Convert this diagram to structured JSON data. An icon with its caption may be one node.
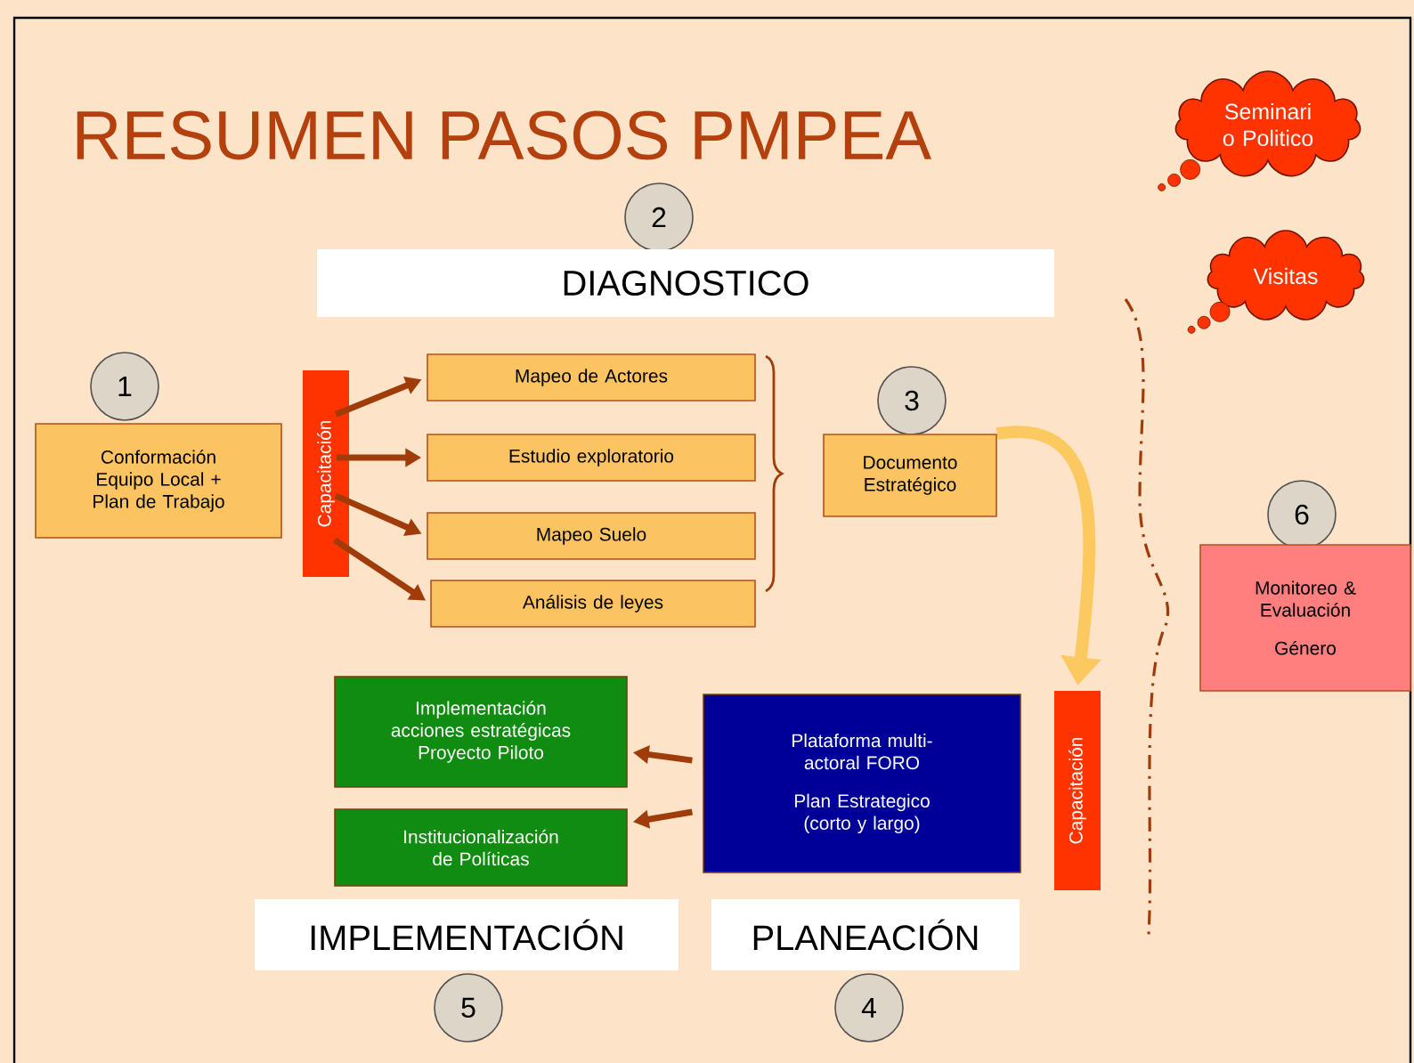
{
  "diagram": {
    "title": "RESUMEN PASOS PMPEA",
    "nodes": [
      {
        "text": [
          "1"
        ]
      },
      {
        "text": [
          "Conformación Equipo Local + Plan de Trabajo"
        ]
      },
      {
        "text": [
          "Capacitación"
        ]
      },
      {
        "text": [
          "Mapeo de Actores"
        ]
      },
      {
        "text": [
          "Estudio exploratorio"
        ]
      },
      {
        "text": [
          "Mapeo Suelo"
        ]
      },
      {
        "text": [
          "Análisis de leyes"
        ]
      },
      {
        "text": [
          "2"
        ]
      },
      {
        "text": [
          "DIAGNOSTICO"
        ]
      },
      {
        "text": [
          "3"
        ]
      },
      {
        "text": [
          "Documento Estratégico"
        ]
      },
      {
        "text": [
          "Seminari o Politico"
        ]
      },
      {
        "text": [
          "Visitas"
        ]
      },
      {
        "text": [
          "6"
        ]
      },
      {
        "text": [
          "Monitoreo & Evaluación",
          "Género"
        ]
      },
      {
        "text": [
          "Implementación acciones estratégicas Proyecto Piloto"
        ]
      },
      {
        "text": [
          "Institucionalización de Políticas"
        ]
      },
      {
        "text": [
          "Plataforma multi-actoral FORO",
          "Plan Estrategico (corto y largo)"
        ]
      },
      {
        "text": [
          "Capacitación"
        ]
      },
      {
        "text": [
          "IMPLEMENTACIÓN"
        ]
      },
      {
        "text": [
          "PLANEACIÓN"
        ]
      },
      {
        "text": [
          "5"
        ]
      },
      {
        "text": [
          "4"
        ]
      }
    ],
    "edges": [
      {
        "from": 2,
        "to": 3,
        "arrow": "to"
      },
      {
        "from": 2,
        "to": 4,
        "arrow": "to"
      },
      {
        "from": 2,
        "to": 5,
        "arrow": "to"
      },
      {
        "from": 2,
        "to": 6,
        "arrow": "to"
      },
      {
        "from": 10,
        "to": 18,
        "arrow": "to",
        "style": "thick",
        "color": "#fcc860"
      },
      {
        "from": 17,
        "to": 15,
        "arrow": "to"
      },
      {
        "from": 17,
        "to": 16,
        "arrow": "to"
      }
    ]
  }
}
